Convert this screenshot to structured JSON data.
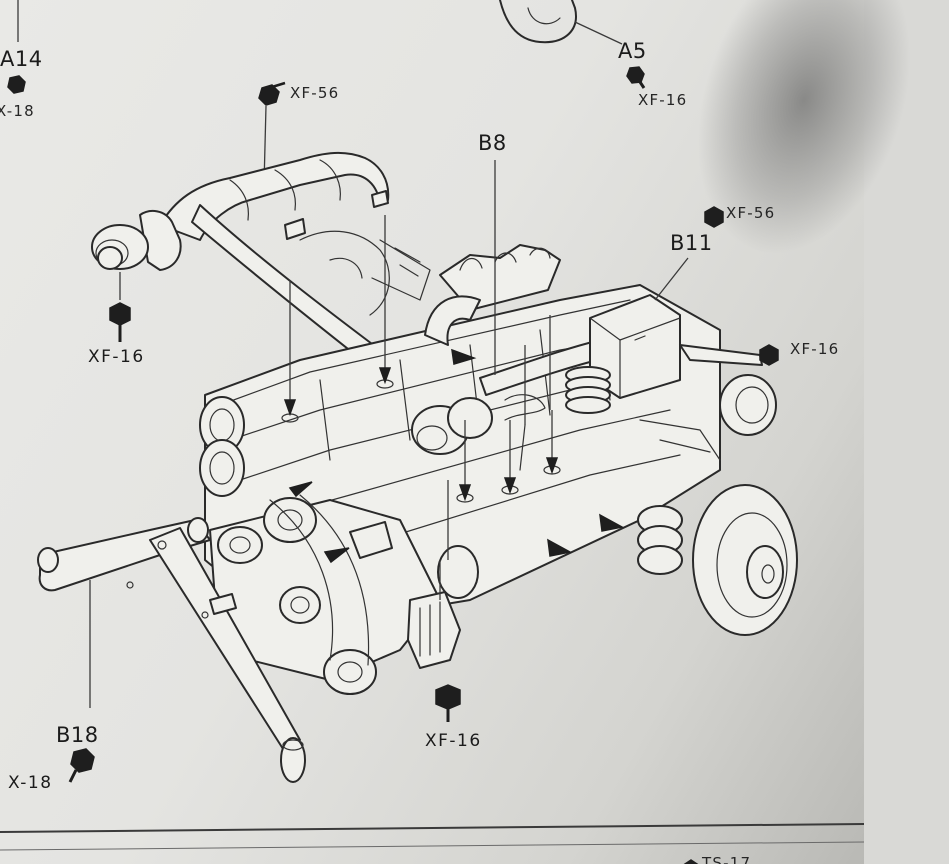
{
  "labels": {
    "a14": "A14",
    "a14_paint": "X-18",
    "a5": "A5",
    "a5_paint": "XF-16",
    "top_paint": "XF-56",
    "b8": "B8",
    "b11": "B11",
    "b11_paint": "XF-56",
    "right_paint": "XF-16",
    "left_paint": "XF-16",
    "bottom_paint": "XF-16",
    "b18": "B18",
    "b18_paint": "X-18",
    "footer_paint": "TS-17"
  }
}
